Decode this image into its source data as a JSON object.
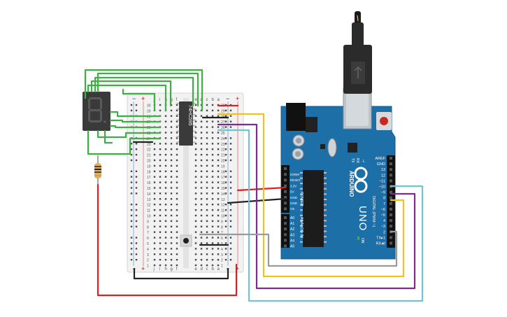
{
  "seven_segment": {
    "digit": "8"
  },
  "breadboard": {
    "row_labels_left": [
      "30",
      "29",
      "28",
      "27",
      "26",
      "25",
      "24",
      "23",
      "22",
      "21",
      "20",
      "19",
      "18",
      "17",
      "16",
      "15",
      "14",
      "13",
      "12",
      "11",
      "10",
      "9",
      "8",
      "7",
      "6",
      "5",
      "4",
      "3",
      "2",
      "1"
    ],
    "col_letters_left": [
      "j",
      "i",
      "h",
      "g",
      "f"
    ],
    "col_letters_right": [
      "e",
      "d",
      "c",
      "b",
      "a"
    ],
    "rail_minus": "−",
    "rail_plus": "+"
  },
  "shift_register": {
    "label": "74HC595"
  },
  "arduino": {
    "logo_text": "ARDUINO",
    "model": "UNO",
    "digital_label": "DIGITAL (PWM ~)",
    "analog_label": "ANALOG IN",
    "power_label": "POWER",
    "tx_label": "TX",
    "rx_label": "RX",
    "l_label": "L",
    "on_label": "ON",
    "digital_pins": [
      "AREF",
      "GND",
      "13",
      "12",
      "~11",
      "~10",
      "~9",
      "8",
      "7",
      "~6",
      "~5",
      "4",
      "~3",
      "2",
      "TX▸1",
      "RX◂0"
    ],
    "power_pins": [
      "IOREF",
      "RESET",
      "3.3V",
      "5V",
      "GND",
      "GND",
      "Vin"
    ],
    "analog_pins": [
      "A0",
      "A1",
      "A2",
      "A3",
      "A4",
      "A5"
    ]
  },
  "colors": {
    "green_wire": "#3cb043",
    "red_wire": "#e02020",
    "black_wire": "#222222",
    "yellow_wire": "#f2c21b",
    "purple_wire": "#7a2d8c",
    "cyan_wire": "#6cc7d2",
    "gray_wire": "#9a9a9a",
    "arduino_blue": "#1d6fa8",
    "breadboard": "#f2f2f2"
  }
}
